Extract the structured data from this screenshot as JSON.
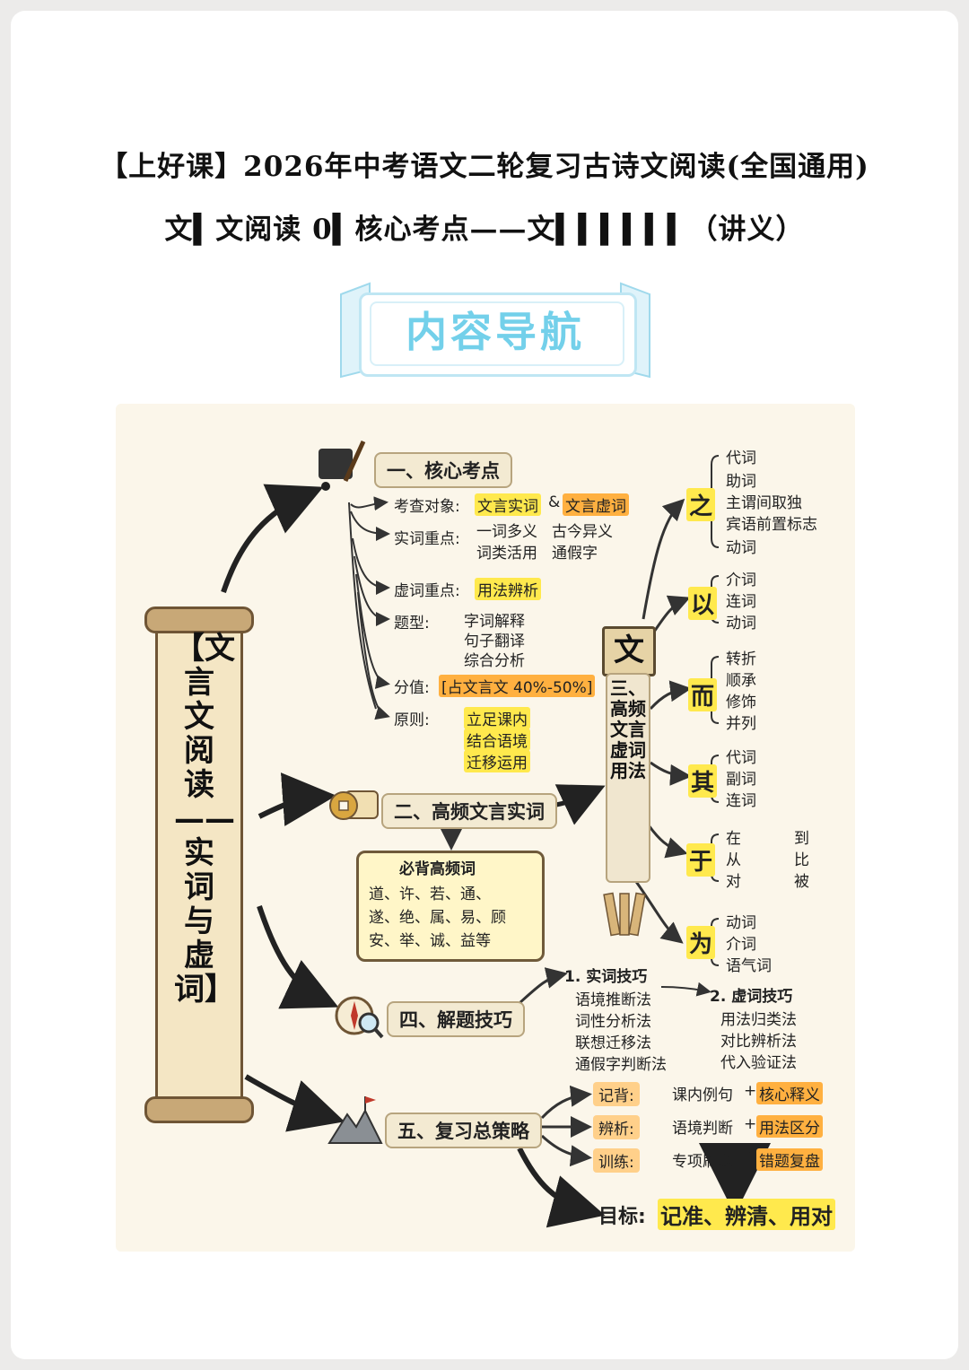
{
  "header": {
    "title_line1": "【上好课】2026年中考语文二轮复习古诗文阅读(全国通用)",
    "title_line2": "文▍文阅读 0▍核心考点——文▍▍▍▍▍▍（讲义）"
  },
  "banner": {
    "label": "内容导航"
  },
  "map": {
    "main_title": "【文言文阅读——实词与虚词】",
    "sec1": {
      "title": "一、核心考点",
      "obj_label": "考查对象:",
      "obj_a": "文言实词",
      "amp": "&",
      "obj_b": "文言虚词",
      "shici_label": "实词重点:",
      "shici_items": [
        "一词多义",
        "古今异义",
        "词类活用",
        "通假字"
      ],
      "xuci_label": "虚词重点:",
      "xuci_value": "用法辨析",
      "tixing_label": "题型:",
      "tixing_items": [
        "字词解释",
        "句子翻译",
        "综合分析"
      ],
      "fenzhi_label": "分值:",
      "fenzhi_value": "[占文言文 40%-50%]",
      "yuanze_label": "原则:",
      "yuanze_items": [
        "立足课内",
        "结合语境",
        "迁移运用"
      ]
    },
    "sec2": {
      "title": "二、高频文言实词",
      "must_title": "必背高频词",
      "must_lines": [
        "道、许、若、通、",
        "遂、绝、属、易、顾",
        "安、举、诚、益等"
      ]
    },
    "sec3": {
      "wen": "文",
      "title": "三、高频文言虚词用法",
      "groups": [
        {
          "char": "之",
          "items": [
            "代词",
            "助词",
            "主谓间取独",
            "宾语前置标志",
            "动词"
          ]
        },
        {
          "char": "以",
          "items": [
            "介词",
            "连词",
            "动词"
          ]
        },
        {
          "char": "而",
          "items": [
            "转折",
            "顺承",
            "修饰",
            "并列"
          ]
        },
        {
          "char": "其",
          "items": [
            "代词",
            "副词",
            "连词"
          ]
        },
        {
          "char": "于",
          "items": [
            "在",
            "到",
            "从",
            "比",
            "对",
            "被"
          ]
        },
        {
          "char": "为",
          "items": [
            "动词",
            "介词",
            "语气词"
          ]
        }
      ]
    },
    "sec4": {
      "title": "四、解题技巧",
      "a_title": "1. 实词技巧",
      "a_items": [
        "语境推断法",
        "词性分析法",
        "联想迁移法",
        "通假字判断法"
      ],
      "b_title": "2. 虚词技巧",
      "b_items": [
        "用法归类法",
        "对比辨析法",
        "代入验证法"
      ]
    },
    "sec5": {
      "title": "五、复习总策略",
      "rows": [
        {
          "label": "记背:",
          "a": "课内例句",
          "plus": "+",
          "b": "核心释义"
        },
        {
          "label": "辨析:",
          "a": "语境判断",
          "plus": "+",
          "b": "用法区分"
        },
        {
          "label": "训练:",
          "a": "专项刷题",
          "plus": "+",
          "b": "错题复盘"
        }
      ],
      "goal_label": "目标:",
      "goal_value": "记准、辨清、用对"
    }
  },
  "colors": {
    "accent": "#73d0ea",
    "highlight": "#ffe94d",
    "orange": "#ffb040",
    "paper": "#fbf6ea"
  }
}
